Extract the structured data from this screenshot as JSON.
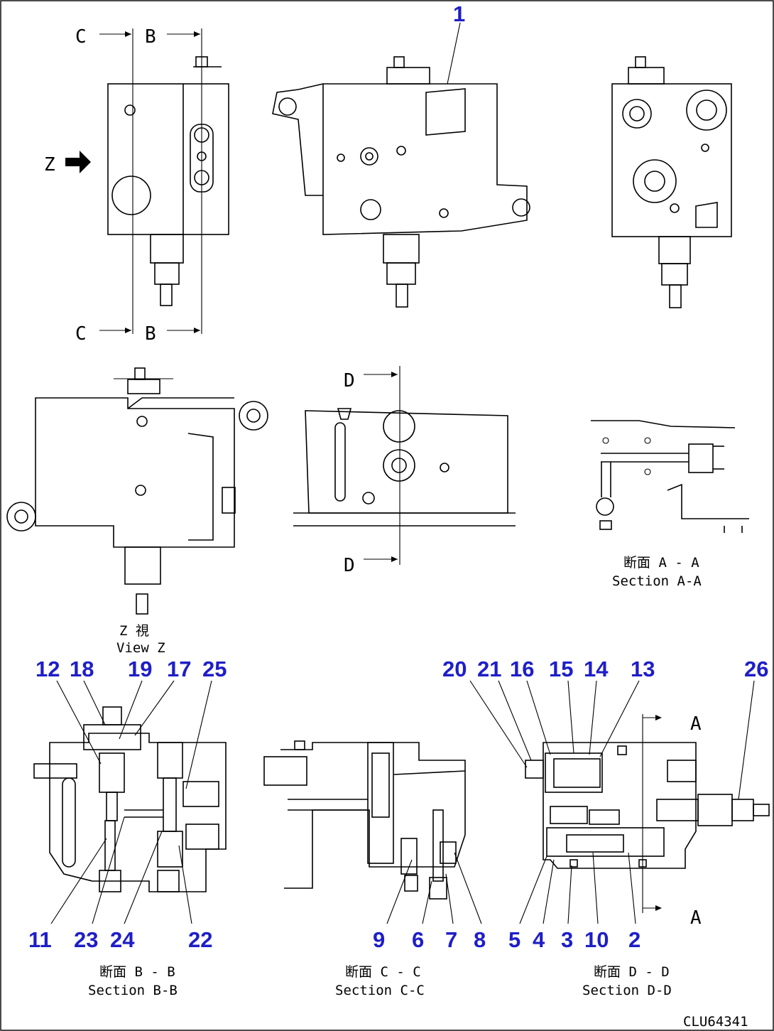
{
  "callouts": {
    "c1": "1",
    "c2": "2",
    "c3": "3",
    "c4": "4",
    "c5": "5",
    "c6": "6",
    "c7": "7",
    "c8": "8",
    "c9": "9",
    "c10": "10",
    "c11": "11",
    "c12": "12",
    "c13": "13",
    "c14": "14",
    "c15": "15",
    "c16": "16",
    "c17": "17",
    "c18": "18",
    "c19": "19",
    "c20": "20",
    "c21": "21",
    "c22": "22",
    "c23": "23",
    "c24": "24",
    "c25": "25",
    "c26": "26"
  },
  "section_marks": {
    "c_top": "C",
    "b_top": "B",
    "c_bottom": "C",
    "b_bottom": "B",
    "d_top": "D",
    "d_bottom": "D",
    "a_top": "A",
    "a_bottom": "A",
    "z_arrow": "Z"
  },
  "captions": {
    "view_z_jp": "Z 視",
    "view_z_en": "View Z",
    "section_aa_jp": "断面 A - A",
    "section_aa_en": "Section A-A",
    "section_bb_jp": "断面 B - B",
    "section_bb_en": "Section B-B",
    "section_cc_jp": "断面 C - C",
    "section_cc_en": "Section C-C",
    "section_dd_jp": "断面 D - D",
    "section_dd_en": "Section D-D"
  },
  "drawing_code": "CLU64341"
}
